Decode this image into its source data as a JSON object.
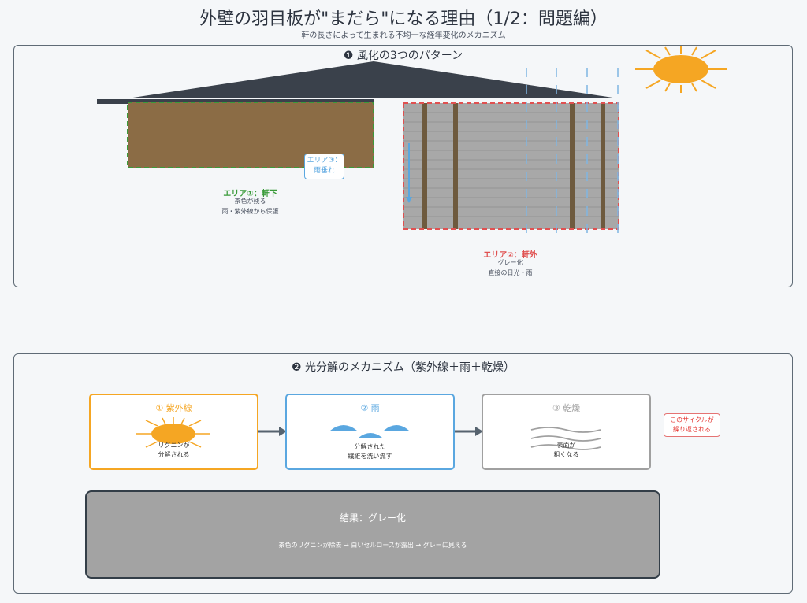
{
  "header": {
    "title": "外壁の羽目板が\"まだら\"になる理由（1/2：問題編）",
    "subtitle": "軒の長さによって生まれる不均一な経年変化のメカニズム"
  },
  "section1": {
    "title": "❶ 風化の3つのパターン",
    "area1": {
      "title": "エリア①：軒下",
      "line1": "茶色が残る",
      "line2": "雨・紫外線から保護",
      "color": "#3a9b3a"
    },
    "area2": {
      "title": "エリア②：軒外",
      "line1": "グレー化",
      "line2": "直接の日光・雨",
      "color": "#e05050"
    },
    "area3": {
      "title": "エリア③：",
      "line1": "雨垂れ",
      "color": "#5aa7e0"
    }
  },
  "section2": {
    "title": "❷ 光分解のメカニズム（紫外線＋雨＋乾燥）",
    "steps": [
      {
        "title": "① 紫外線",
        "desc1": "リグニンが",
        "desc2": "分解される",
        "color": "#f5a623"
      },
      {
        "title": "② 雨",
        "desc1": "分解された",
        "desc2": "繊維を洗い流す",
        "color": "#5aa7e0"
      },
      {
        "title": "③ 乾燥",
        "desc1": "表面が",
        "desc2": "粗くなる",
        "color": "#a0a0a0"
      }
    ],
    "cycle": {
      "line1": "このサイクルが",
      "line2": "繰り返される"
    },
    "result": {
      "title": "結果：グレー化",
      "desc": "茶色のリグニンが除去 → 白いセルロースが露出 → グレーに見える"
    }
  },
  "colors": {
    "roof": "#3a414b",
    "brown_wall": "#8b6c45",
    "grey_wall": "#a8a8a8",
    "sun": "#f5a623",
    "rain": "#5aa7e0",
    "arrow": "#56636f"
  }
}
